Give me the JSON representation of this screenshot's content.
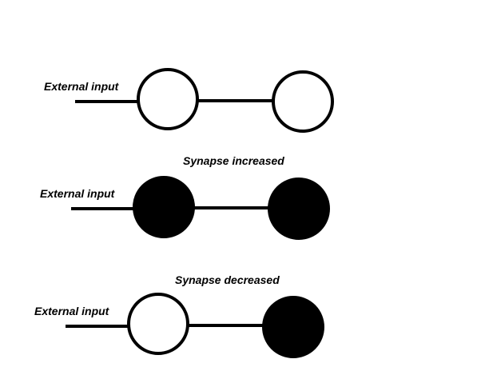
{
  "diagram": {
    "colors": {
      "stroke": "#000000",
      "active_fill": "#000000",
      "inactive_fill": "#ffffff",
      "background": "#ffffff"
    },
    "rows": [
      {
        "input_label": "External input",
        "caption": "",
        "pre_neuron": "empty",
        "post_neuron": "empty"
      },
      {
        "input_label": "External input",
        "caption": "Synapse increased",
        "pre_neuron": "filled",
        "post_neuron": "filled"
      },
      {
        "input_label": "External input",
        "caption": "Synapse decreased",
        "pre_neuron": "empty",
        "post_neuron": "filled"
      }
    ]
  }
}
